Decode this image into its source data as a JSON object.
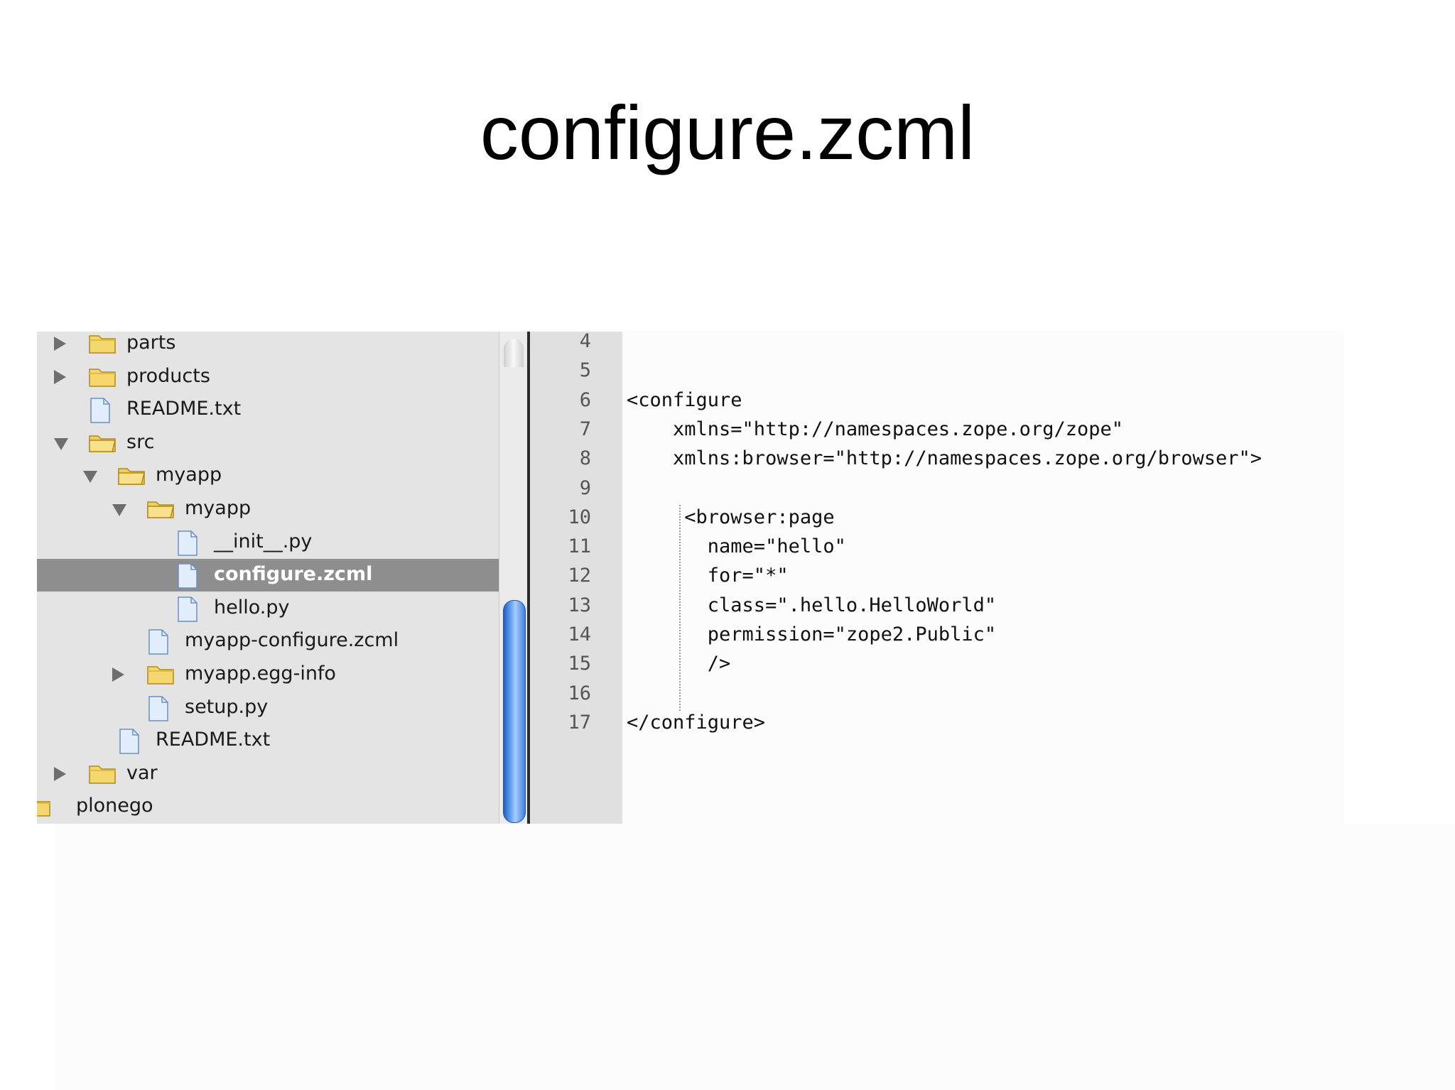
{
  "slide": {
    "title": "configure.zcml"
  },
  "file_tree": {
    "rows": [
      {
        "label": "parts",
        "type": "folder",
        "expander": "collapsed",
        "depth": 0
      },
      {
        "label": "products",
        "type": "folder",
        "expander": "collapsed",
        "depth": 0
      },
      {
        "label": "README.txt",
        "type": "file",
        "expander": "none",
        "depth": 0
      },
      {
        "label": "src",
        "type": "folder-open",
        "expander": "expanded",
        "depth": 0
      },
      {
        "label": "myapp",
        "type": "folder-open",
        "expander": "expanded",
        "depth": 1
      },
      {
        "label": "myapp",
        "type": "folder-open",
        "expander": "expanded",
        "depth": 2
      },
      {
        "label": "__init__.py",
        "type": "file",
        "expander": "none",
        "depth": 3
      },
      {
        "label": "configure.zcml",
        "type": "file",
        "expander": "none",
        "depth": 3,
        "selected": true
      },
      {
        "label": "hello.py",
        "type": "file",
        "expander": "none",
        "depth": 3
      },
      {
        "label": "myapp-configure.zcml",
        "type": "file",
        "expander": "none",
        "depth": 2
      },
      {
        "label": "myapp.egg-info",
        "type": "folder",
        "expander": "collapsed",
        "depth": 2
      },
      {
        "label": "setup.py",
        "type": "file",
        "expander": "none",
        "depth": 2
      },
      {
        "label": "README.txt",
        "type": "file",
        "expander": "none",
        "depth": 1
      },
      {
        "label": "var",
        "type": "folder",
        "expander": "collapsed",
        "depth": 0
      },
      {
        "label": "plonego",
        "type": "folder",
        "expander": "none",
        "depth": -1
      }
    ]
  },
  "editor": {
    "line_numbers": [
      "4",
      "5",
      "6",
      "7",
      "8",
      "9",
      "10",
      "11",
      "12",
      "13",
      "14",
      "15",
      "16",
      "17"
    ],
    "lines": [
      "",
      "",
      "<configure",
      "    xmlns=\"http://namespaces.zope.org/zope\"",
      "    xmlns:browser=\"http://namespaces.zope.org/browser\">",
      "",
      "     <browser:page",
      "       name=\"hello\"",
      "       for=\"*\"",
      "       class=\".hello.HelloWorld\"",
      "       permission=\"zope2.Public\"",
      "       />",
      "",
      "</configure>"
    ]
  },
  "colors": {
    "selection": "#8e8e8e",
    "folder": "#f5d76e",
    "file": "#dbe9fb",
    "scroll_thumb": "#3b7fe0"
  }
}
